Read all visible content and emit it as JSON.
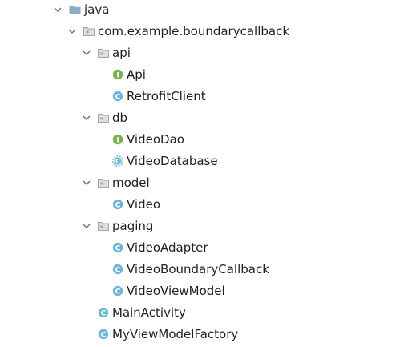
{
  "tree": {
    "java": {
      "label": "java",
      "icon": "source-folder-icon"
    },
    "package": {
      "label": "com.example.boundarycallback",
      "icon": "package-icon"
    },
    "api": {
      "label": "api",
      "icon": "package-icon"
    },
    "api_interface": {
      "label": "Api",
      "icon": "interface-icon"
    },
    "retrofit": {
      "label": "RetrofitClient",
      "icon": "class-icon"
    },
    "db": {
      "label": "db",
      "icon": "package-icon"
    },
    "video_dao": {
      "label": "VideoDao",
      "icon": "interface-icon"
    },
    "video_database": {
      "label": "VideoDatabase",
      "icon": "abstract-class-icon"
    },
    "model": {
      "label": "model",
      "icon": "package-icon"
    },
    "video": {
      "label": "Video",
      "icon": "class-icon"
    },
    "paging": {
      "label": "paging",
      "icon": "package-icon"
    },
    "video_adapter": {
      "label": "VideoAdapter",
      "icon": "class-icon"
    },
    "video_boundary": {
      "label": "VideoBoundaryCallback",
      "icon": "class-icon"
    },
    "video_viewmodel": {
      "label": "VideoViewModel",
      "icon": "class-icon"
    },
    "main_activity": {
      "label": "MainActivity",
      "icon": "class-icon"
    },
    "factory": {
      "label": "MyViewModelFactory",
      "icon": "class-icon"
    }
  },
  "colors": {
    "class_icon": "#6fb7d6",
    "interface_icon": "#7ab04e",
    "folder_java": "#8aaec9",
    "package_folder": "#a0a6ae",
    "chevron": "#6e6e6e"
  }
}
